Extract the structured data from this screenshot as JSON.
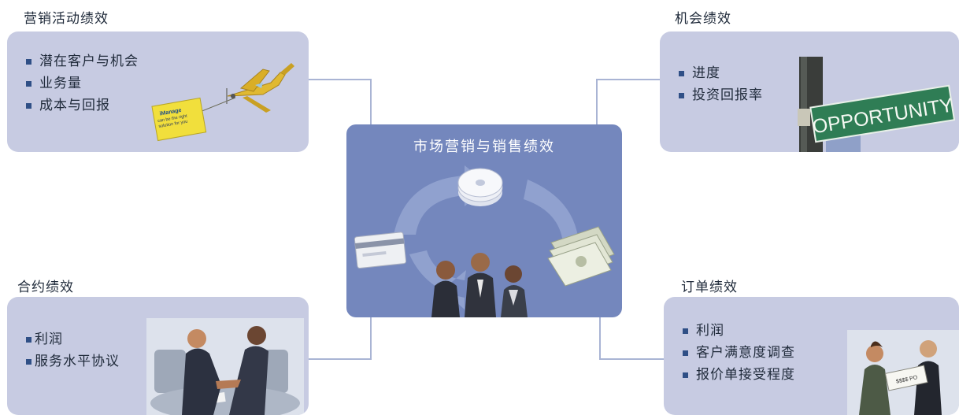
{
  "center": {
    "title": "市场营销与销售绩效"
  },
  "marketing": {
    "title": "营销活动绩效",
    "items": [
      "潜在客户与机会",
      "业务量",
      "成本与回报"
    ],
    "banner_brand": "iManage",
    "banner_text": "can be the right solution for you"
  },
  "opportunity": {
    "title": "机会绩效",
    "items": [
      "进度",
      "投资回报率"
    ],
    "sign_text": "OPPORTUNITY"
  },
  "contract": {
    "title": "合约绩效",
    "items": [
      "利润",
      "服务水平协议"
    ]
  },
  "order": {
    "title": "订单绩效",
    "items": [
      "利润",
      "客户满意度调查",
      "报价单接受程度"
    ],
    "check_text": "$$$$ PO"
  },
  "colors": {
    "card_bg": "#c7cbe2",
    "center_bg": "#7487bd",
    "bullet": "#2f4f86",
    "connector": "#a9b4d4"
  }
}
